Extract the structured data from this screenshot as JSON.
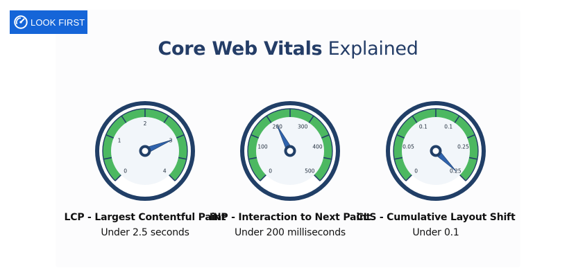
{
  "brand": {
    "logo_text": "LOOK FIRST",
    "logo_icon": "compass-gauge-icon",
    "color": "#1565d8"
  },
  "title": {
    "bold": "Core Web Vitals",
    "light": "Explained",
    "color": "#243d67"
  },
  "colors": {
    "gauge_green": "#4cb861",
    "gauge_navy": "#213f67",
    "needle_blue": "#2f63ad",
    "dial_face": "#f2f6fa"
  },
  "gauges": [
    {
      "id": "lcp",
      "scale_labels": [
        "0",
        "1",
        "2",
        "3",
        "4"
      ],
      "label": "LCP - Largest Contentful Paint",
      "threshold": "Under 2.5 seconds",
      "needle_value": 3,
      "min": 0,
      "max": 4
    },
    {
      "id": "inp",
      "scale_labels": [
        "0",
        "100",
        "200",
        "300",
        "400",
        "500"
      ],
      "label": "INP - Interaction to Next Paint",
      "threshold": "Under 200 milliseconds",
      "needle_value": 200,
      "min": 0,
      "max": 500
    },
    {
      "id": "cls",
      "scale_labels": [
        "0",
        "0.05",
        "0.1",
        "0.1",
        "0.25",
        "0.25"
      ],
      "label": "CLS - Cumulative Layout Shift",
      "threshold": "Under 0.1",
      "needle_value": 0.25,
      "min": 0,
      "max": 0.25
    }
  ]
}
